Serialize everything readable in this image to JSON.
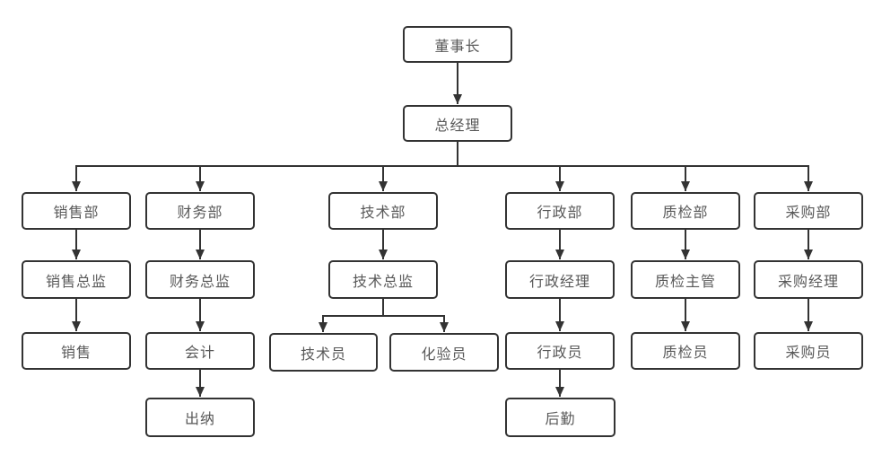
{
  "colors": {
    "node_border": "#333333",
    "node_background": "#ffffff",
    "node_text": "#595959",
    "connector": "#333333",
    "page_background": "#ffffff"
  },
  "chart": {
    "type": "org-chart",
    "nodes": [
      {
        "id": "chairman",
        "label": "董事长"
      },
      {
        "id": "general-manager",
        "label": "总经理"
      },
      {
        "id": "sales-dept",
        "label": "销售部"
      },
      {
        "id": "finance-dept",
        "label": "财务部"
      },
      {
        "id": "tech-dept",
        "label": "技术部"
      },
      {
        "id": "admin-dept",
        "label": "行政部"
      },
      {
        "id": "qc-dept",
        "label": "质检部"
      },
      {
        "id": "purchasing-dept",
        "label": "采购部"
      },
      {
        "id": "sales-director",
        "label": "销售总监"
      },
      {
        "id": "finance-director",
        "label": "财务总监"
      },
      {
        "id": "tech-director",
        "label": "技术总监"
      },
      {
        "id": "admin-manager",
        "label": "行政经理"
      },
      {
        "id": "qc-supervisor",
        "label": "质检主管"
      },
      {
        "id": "purchasing-manager",
        "label": "采购经理"
      },
      {
        "id": "sales-staff",
        "label": "销售"
      },
      {
        "id": "accountant",
        "label": "会计"
      },
      {
        "id": "technician",
        "label": "技术员"
      },
      {
        "id": "lab-analyst",
        "label": "化验员"
      },
      {
        "id": "admin-staff",
        "label": "行政员"
      },
      {
        "id": "qc-inspector",
        "label": "质检员"
      },
      {
        "id": "purchaser",
        "label": "采购员"
      },
      {
        "id": "cashier",
        "label": "出纳"
      },
      {
        "id": "logistics",
        "label": "后勤"
      }
    ],
    "edges": [
      [
        "董事长",
        "总经理"
      ],
      [
        "总经理",
        "销售部"
      ],
      [
        "总经理",
        "财务部"
      ],
      [
        "总经理",
        "技术部"
      ],
      [
        "总经理",
        "行政部"
      ],
      [
        "总经理",
        "质检部"
      ],
      [
        "总经理",
        "采购部"
      ],
      [
        "销售部",
        "销售总监"
      ],
      [
        "财务部",
        "财务总监"
      ],
      [
        "技术部",
        "技术总监"
      ],
      [
        "行政部",
        "行政经理"
      ],
      [
        "质检部",
        "质检主管"
      ],
      [
        "采购部",
        "采购经理"
      ],
      [
        "销售总监",
        "销售"
      ],
      [
        "财务总监",
        "会计"
      ],
      [
        "技术总监",
        "技术员"
      ],
      [
        "技术总监",
        "化验员"
      ],
      [
        "行政经理",
        "行政员"
      ],
      [
        "质检主管",
        "质检员"
      ],
      [
        "采购经理",
        "采购员"
      ],
      [
        "会计",
        "出纳"
      ],
      [
        "行政员",
        "后勤"
      ]
    ]
  }
}
